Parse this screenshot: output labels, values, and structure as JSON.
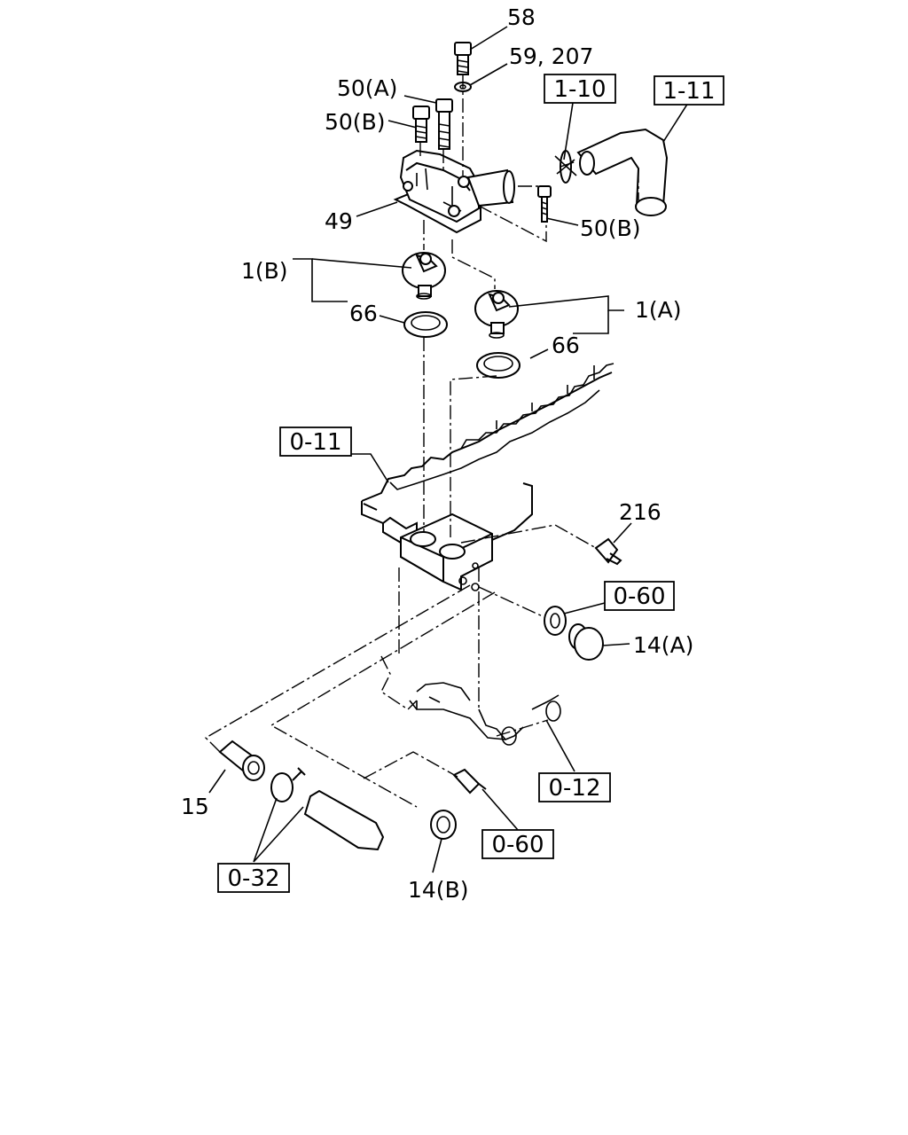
{
  "callouts": {
    "p58": "58",
    "p59_207": "59, 207",
    "p50a": "50(A)",
    "p50b_top": "50(B)",
    "p50b_right": "50(B)",
    "p49": "49",
    "p1b": "1(B)",
    "p1a": "1(A)",
    "p66_left": "66",
    "p66_right": "66",
    "p216": "216",
    "p14a": "14(A)",
    "p14b": "14(B)",
    "p15": "15"
  },
  "refs": {
    "r1_10": "1-10",
    "r1_11": "1-11",
    "r0_11": "0-11",
    "r0_60_upper": "0-60",
    "r0_60_lower": "0-60",
    "r0_12": "0-12",
    "r0_32": "0-32"
  }
}
